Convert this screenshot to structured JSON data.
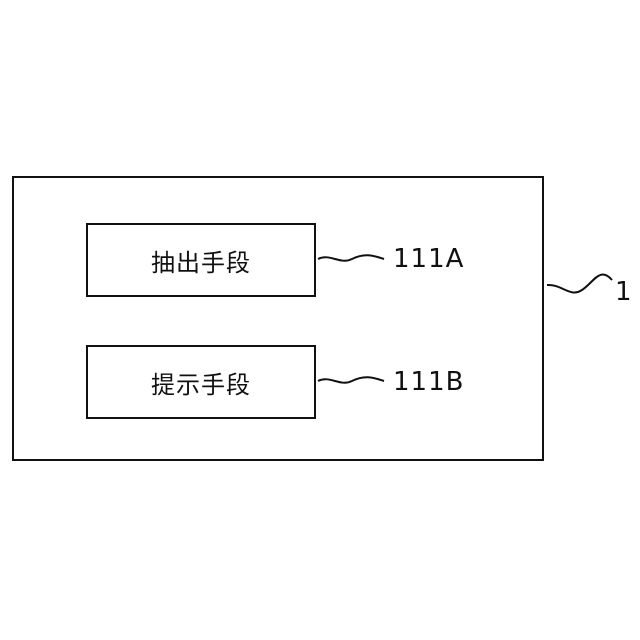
{
  "diagram": {
    "outer_ref": "1",
    "blocks": [
      {
        "label": "抽出手段",
        "ref": "111A"
      },
      {
        "label": "提示手段",
        "ref": "111B"
      }
    ]
  }
}
